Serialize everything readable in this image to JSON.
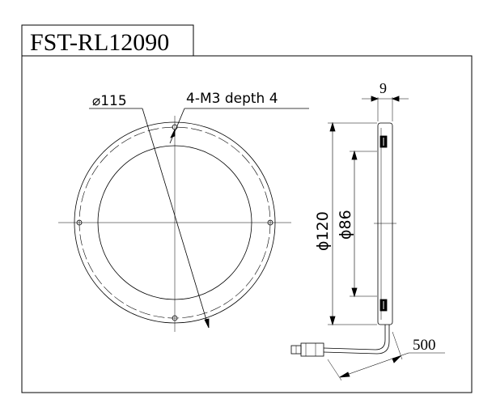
{
  "title": "FST-RL12090",
  "front_view": {
    "bolt_circle_label": "⌀115",
    "mount_hole_label": "4-M3 depth 4"
  },
  "side_view": {
    "thickness_label": "9",
    "outer_diameter_label": "ϕ120",
    "inner_diameter_label": "ϕ86",
    "cable_length_label": "500"
  },
  "colors": {
    "line": "#000000",
    "hidden_line": "#555555",
    "background": "#ffffff"
  }
}
